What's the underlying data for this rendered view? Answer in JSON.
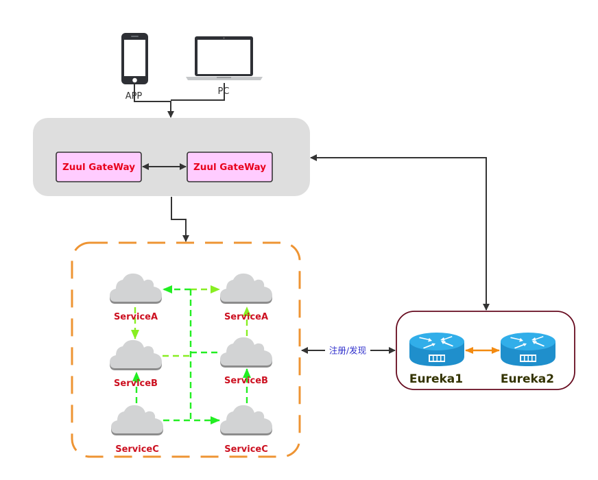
{
  "colors": {
    "connector": "#333333",
    "gateway_container": "#dedede",
    "gateway_box_fill": "#ffccff",
    "gateway_text": "#e8001c",
    "service_container_border": "#ee9433",
    "service_link_green": "#22ee22",
    "service_link_lime": "#88ee22",
    "service_text": "#cc1020",
    "cloud": "#d2d3d4",
    "cloud_shadow": "#8c8c8c",
    "eureka_border": "#660a1e",
    "eureka_text": "#333300",
    "router": "#1f9fdc",
    "router_top": "#31aee9",
    "peer_link": "#f38a10",
    "register_text": "#3030cc"
  },
  "clients": {
    "app_label": "APP",
    "pc_label": "PC",
    "app_icon": "smartphone-icon",
    "pc_icon": "laptop-icon"
  },
  "gateway": {
    "nodes": [
      {
        "label": "Zuul GateWay"
      },
      {
        "label": "Zuul GateWay"
      }
    ]
  },
  "services": {
    "nodes": [
      {
        "label": "ServiceA",
        "icon": "cloud-icon"
      },
      {
        "label": "ServiceA",
        "icon": "cloud-icon"
      },
      {
        "label": "ServiceB",
        "icon": "cloud-icon"
      },
      {
        "label": "ServiceB",
        "icon": "cloud-icon"
      },
      {
        "label": "ServiceC",
        "icon": "cloud-icon"
      },
      {
        "label": "ServiceC",
        "icon": "cloud-icon"
      }
    ]
  },
  "registry": {
    "link_label": "注册/发现",
    "nodes": [
      {
        "label": "Eureka1",
        "icon": "router-icon"
      },
      {
        "label": "Eureka2",
        "icon": "router-icon"
      }
    ]
  }
}
